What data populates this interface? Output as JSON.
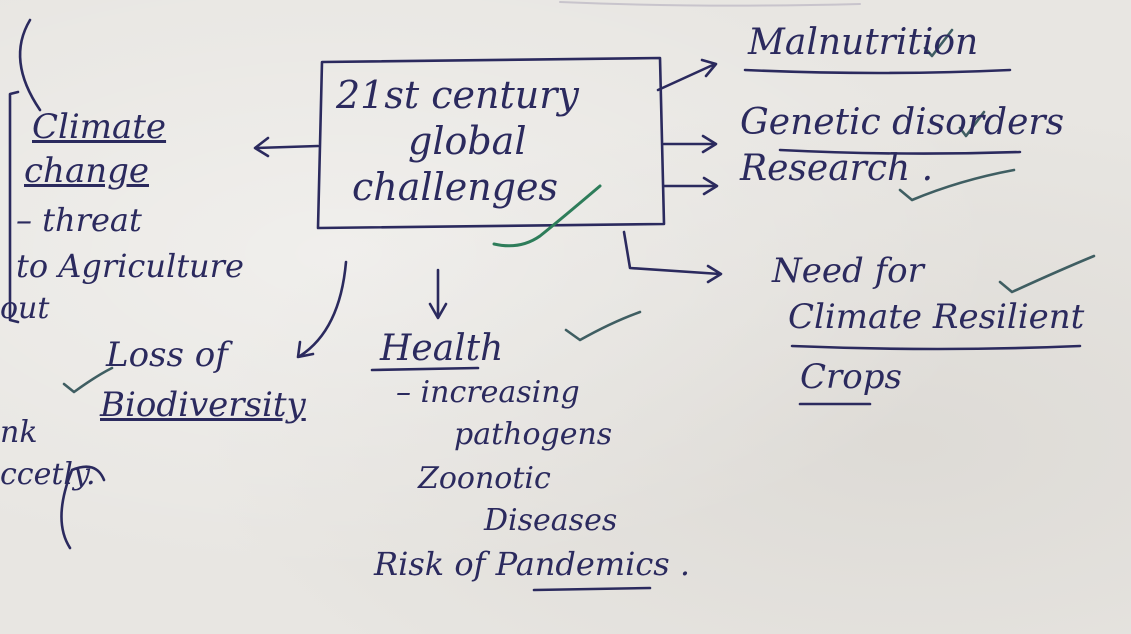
{
  "diagram": {
    "center": {
      "line1": "21st century",
      "line2": "global",
      "line3": "challenges"
    },
    "left": {
      "title_line1": "Climate",
      "title_line2": "change",
      "detail_line1": "– threat",
      "detail_line2": "to Agriculture"
    },
    "right_top": [
      "Malnutrition",
      "Genetic disorders",
      "Research ."
    ],
    "right_bottom": {
      "line1": "Need for",
      "line2": "Climate Resilient",
      "line3": "Crops"
    },
    "bottom_left": {
      "line1": "Loss of",
      "line2": "Biodiversity"
    },
    "bottom_center": {
      "title": "Health",
      "line1": "– increasing",
      "line2": "pathogens",
      "line3": "Zoonotic",
      "line4": "Diseases",
      "line5": "Risk of Pandemics ."
    },
    "margin_fragments": [
      "out",
      "nk",
      "ccetly."
    ]
  },
  "colors": {
    "ink": "#2b2a5e",
    "tick": "#3f5e62",
    "tick_green": "#2e7d5a",
    "paper": "#e8e6e2"
  }
}
